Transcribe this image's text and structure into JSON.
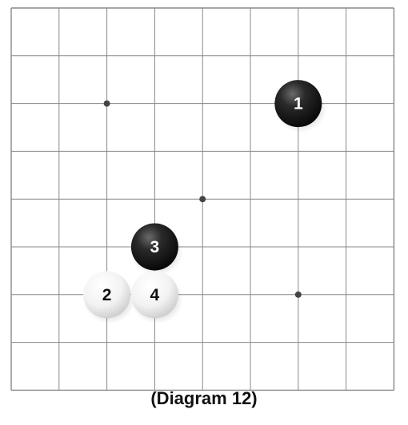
{
  "caption": "(Diagram 12)",
  "board": {
    "size": 9,
    "background": "#ffffff",
    "line_color": "#888888",
    "hoshi": [
      [
        2,
        2
      ],
      [
        4,
        4
      ],
      [
        6,
        6
      ]
    ]
  },
  "stones": [
    {
      "number": "1",
      "color": "black",
      "col": 6,
      "row": 2
    },
    {
      "number": "2",
      "color": "white",
      "col": 2,
      "row": 6
    },
    {
      "number": "3",
      "color": "black",
      "col": 3,
      "row": 5
    },
    {
      "number": "4",
      "color": "white",
      "col": 3,
      "row": 6
    }
  ]
}
